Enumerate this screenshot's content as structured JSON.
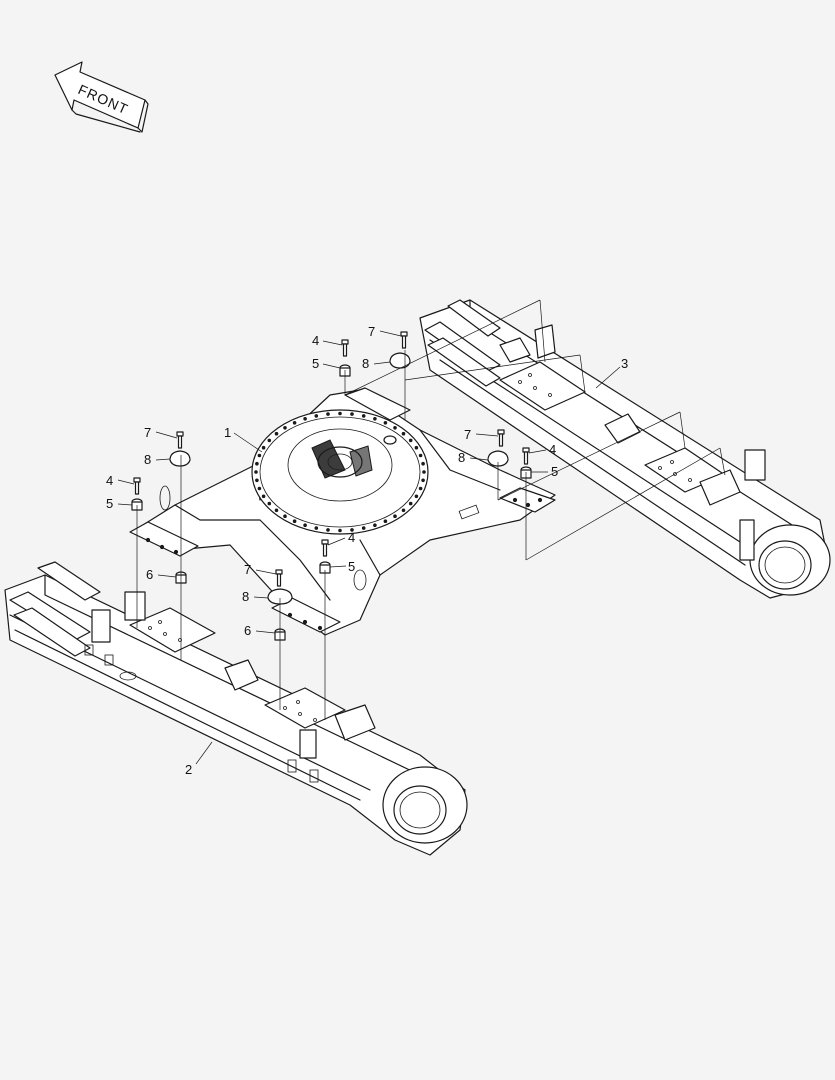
{
  "front_label": "FRONT",
  "callouts": [
    {
      "id": "c1",
      "label": "1"
    },
    {
      "id": "c2",
      "label": "2"
    },
    {
      "id": "c3",
      "label": "3"
    },
    {
      "id": "c4a",
      "label": "4"
    },
    {
      "id": "c4b",
      "label": "4"
    },
    {
      "id": "c4c",
      "label": "4"
    },
    {
      "id": "c4d",
      "label": "4"
    },
    {
      "id": "c5a",
      "label": "5"
    },
    {
      "id": "c5b",
      "label": "5"
    },
    {
      "id": "c5c",
      "label": "5"
    },
    {
      "id": "c5d",
      "label": "5"
    },
    {
      "id": "c6a",
      "label": "6"
    },
    {
      "id": "c6b",
      "label": "6"
    },
    {
      "id": "c7a",
      "label": "7"
    },
    {
      "id": "c7b",
      "label": "7"
    },
    {
      "id": "c7c",
      "label": "7"
    },
    {
      "id": "c7d",
      "label": "7"
    },
    {
      "id": "c8a",
      "label": "8"
    },
    {
      "id": "c8b",
      "label": "8"
    },
    {
      "id": "c8c",
      "label": "8"
    },
    {
      "id": "c8d",
      "label": "8"
    }
  ]
}
